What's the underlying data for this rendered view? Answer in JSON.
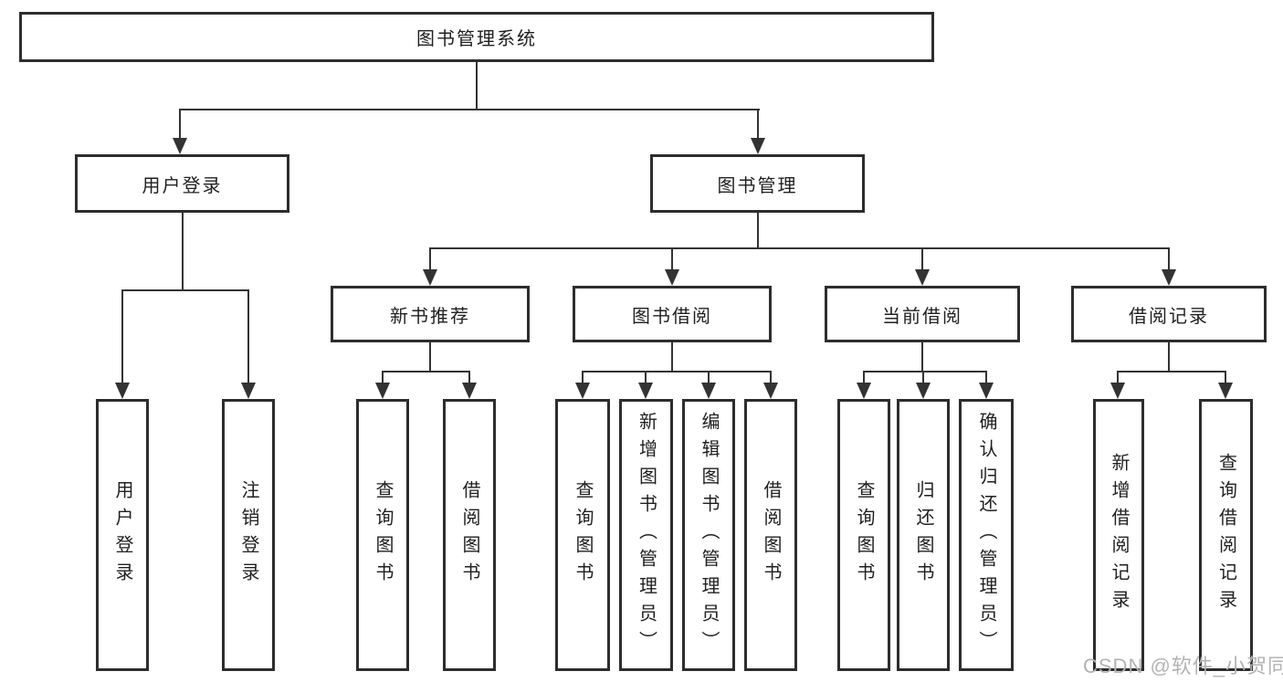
{
  "tree": {
    "root": {
      "label": "图书管理系统"
    },
    "branches": [
      {
        "label": "用户登录",
        "leaves": [
          {
            "label": "用户登录"
          },
          {
            "label": "注销登录"
          }
        ]
      },
      {
        "label": "图书管理",
        "groups": [
          {
            "label": "新书推荐",
            "leaves": [
              {
                "label": "查询图书"
              },
              {
                "label": "借阅图书"
              }
            ]
          },
          {
            "label": "图书借阅",
            "leaves": [
              {
                "label": "查询图书"
              },
              {
                "label": "新增图书（管理员）"
              },
              {
                "label": "编辑图书（管理员）"
              },
              {
                "label": "借阅图书"
              }
            ]
          },
          {
            "label": "当前借阅",
            "leaves": [
              {
                "label": "查询图书"
              },
              {
                "label": "归还图书"
              },
              {
                "label": "确认归还（管理员）"
              }
            ]
          },
          {
            "label": "借阅记录",
            "leaves": [
              {
                "label": "新增借阅记录"
              },
              {
                "label": "查询借阅记录"
              }
            ]
          }
        ]
      }
    ]
  },
  "watermark": {
    "text": "CSDN @软件_小贺同学"
  },
  "colors": {
    "background": "#ffffff",
    "box_border": "#2d2d2d",
    "line": "#333333",
    "text": "#1f1f1f",
    "watermark": "#b3b3b3"
  }
}
